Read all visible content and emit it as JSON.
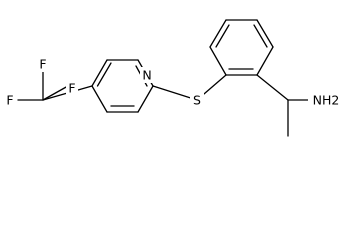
{
  "molecule": {
    "atoms": {
      "f_top_left": "F",
      "f_top_right": "F",
      "f_left": "F",
      "nitrogen": "N",
      "sulfur": "S",
      "amine": "NH2"
    }
  }
}
